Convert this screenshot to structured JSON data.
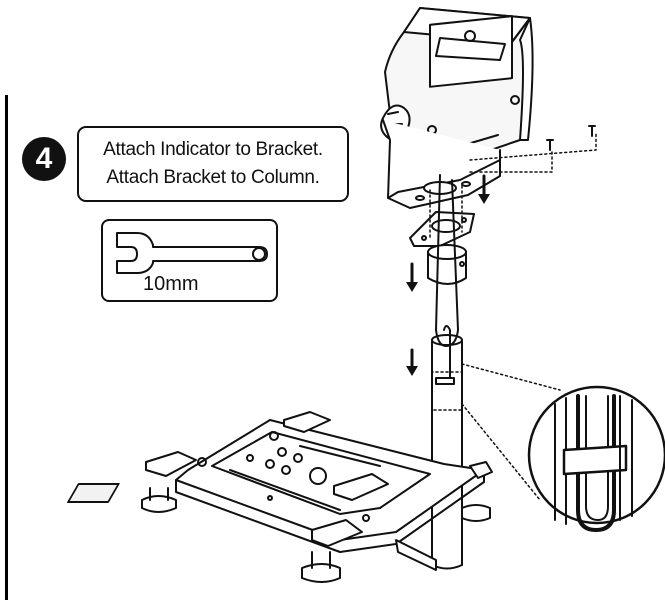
{
  "step": {
    "number": "4"
  },
  "callout": {
    "line1": "Attach Indicator to Bracket.",
    "line2": "Attach Bracket to Column."
  },
  "tool": {
    "icon": "wrench-icon",
    "size_label": "10mm"
  },
  "colors": {
    "ink": "#111111",
    "background": "#ffffff",
    "fill_gray": "#f2f2f2"
  }
}
